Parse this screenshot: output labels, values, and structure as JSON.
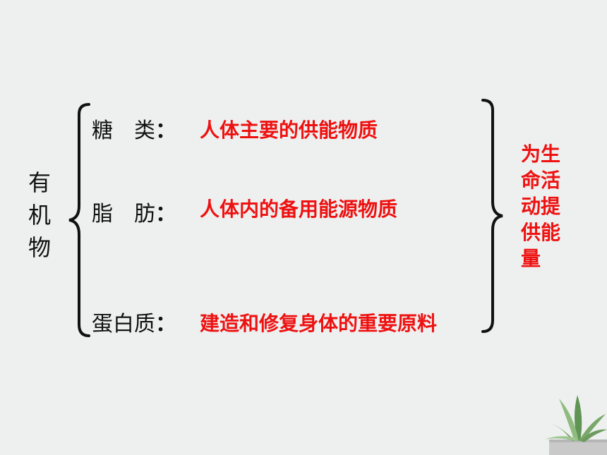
{
  "left_group": {
    "label": "有机物"
  },
  "rows": [
    {
      "name": "糖　类",
      "colon": "：",
      "desc": "人体主要的供能物质"
    },
    {
      "name": "脂　肪",
      "colon": "：",
      "desc": "人体内的备用能源物质"
    },
    {
      "name": "蛋白质",
      "colon": "：",
      "desc": "建造和修复身体的重要原料"
    }
  ],
  "right_group": {
    "label": "为生命活动提供能量"
  },
  "colors": {
    "background": "#eef0ef",
    "text": "#111111",
    "highlight": "#ee1111"
  }
}
